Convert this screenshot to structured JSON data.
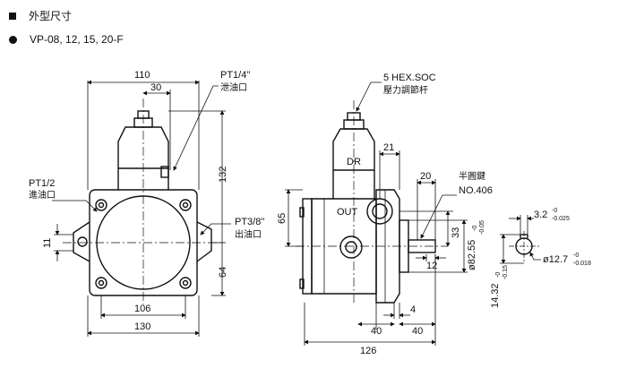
{
  "header": {
    "title": "外型尺寸",
    "model": "VP-08, 12, 15, 20-F"
  },
  "front_view": {
    "dim_width_top": "110",
    "dim_offset": "30",
    "dim_height_total": "132",
    "dim_height_half": "64",
    "dim_bottom_inner": "106",
    "dim_bottom_outer": "130",
    "dim_side_offset": "11",
    "drain_port": "PT1/4\"",
    "drain_port_cn": "泄油口",
    "inlet_port": "PT1/2",
    "inlet_port_cn": "進油口",
    "outlet_port": "PT3/8\"",
    "outlet_port_cn": "出油口"
  },
  "side_view": {
    "hex_socket": "5 HEX.SOC",
    "hex_socket_cn": "壓力調節杆",
    "key_label_cn": "半圓鍵",
    "key_number": "NO.406",
    "dr_label": "DR",
    "out_label": "OUT",
    "dim_65": "65",
    "dim_21": "21",
    "dim_20": "20",
    "dim_33": "33",
    "dim_shaft_pilot": "ø82.55",
    "dim_shaft_pilot_tol_upper": "-0",
    "dim_shaft_pilot_tol_lower": "-0.05",
    "dim_12": "12",
    "dim_40a": "40",
    "dim_4": "4",
    "dim_40b": "40",
    "dim_126": "126"
  },
  "shaft_detail": {
    "dim_key": "3.2",
    "dim_key_tol_upper": "-0",
    "dim_key_tol_lower": "-0.025",
    "dim_dia": "ø12.7",
    "dim_dia_tol_upper": "-0",
    "dim_dia_tol_lower": "-0.018",
    "dim_height": "14.32",
    "dim_height_tol_upper": "-0",
    "dim_height_tol_lower": "-0.15"
  }
}
